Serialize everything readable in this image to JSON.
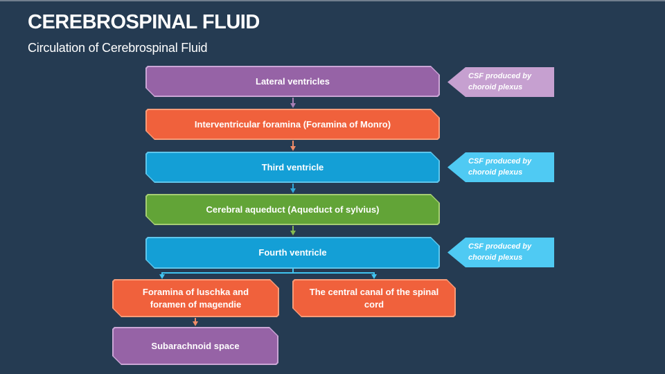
{
  "slide": {
    "title": "CEREBROSPINAL FLUID",
    "subtitle": "Circulation of Cerebrospinal Fluid"
  },
  "colors": {
    "background": "#253b52",
    "title_text": "#ffffff",
    "box_text": "#ffffff",
    "purple": {
      "fill": "#9663a6",
      "border": "#cba6d6"
    },
    "orange": {
      "fill": "#f0613c",
      "border": "#f89c79"
    },
    "blue": {
      "fill": "#149fd6",
      "border": "#5fc6ec"
    },
    "green": {
      "fill": "#62a437",
      "border": "#a6ce74"
    },
    "callout_purple": "#c6a0d0",
    "callout_blue": "#4fcaf3",
    "arrow_purple": "#a87fb5",
    "arrow_orange": "#f08c69",
    "arrow_blue": "#2fabdd",
    "arrow_green": "#85ba50",
    "arrow_cyan": "#40c4f0"
  },
  "flow": {
    "nodes": [
      {
        "label": "Lateral ventricles",
        "color": "purple"
      },
      {
        "label": "Interventricular foramina (Foramina of Monro)",
        "color": "orange"
      },
      {
        "label": "Third ventricle",
        "color": "blue"
      },
      {
        "label": "Cerebral aqueduct (Aqueduct of sylvius)",
        "color": "green"
      },
      {
        "label": "Fourth ventricle",
        "color": "blue"
      },
      {
        "label": "Foramina of luschka and foramen of magendie",
        "color": "orange"
      },
      {
        "label": "The central canal of the spinal cord",
        "color": "orange"
      },
      {
        "label": "Subarachnoid space",
        "color": "purple"
      }
    ],
    "callouts": [
      {
        "line1": "CSF produced by",
        "line2": "choroid plexus",
        "color": "callout_purple"
      },
      {
        "line1": "CSF produced by",
        "line2": "choroid plexus",
        "color": "callout_blue"
      },
      {
        "line1": "CSF produced by",
        "line2": "choroid plexus",
        "color": "callout_blue"
      }
    ]
  }
}
